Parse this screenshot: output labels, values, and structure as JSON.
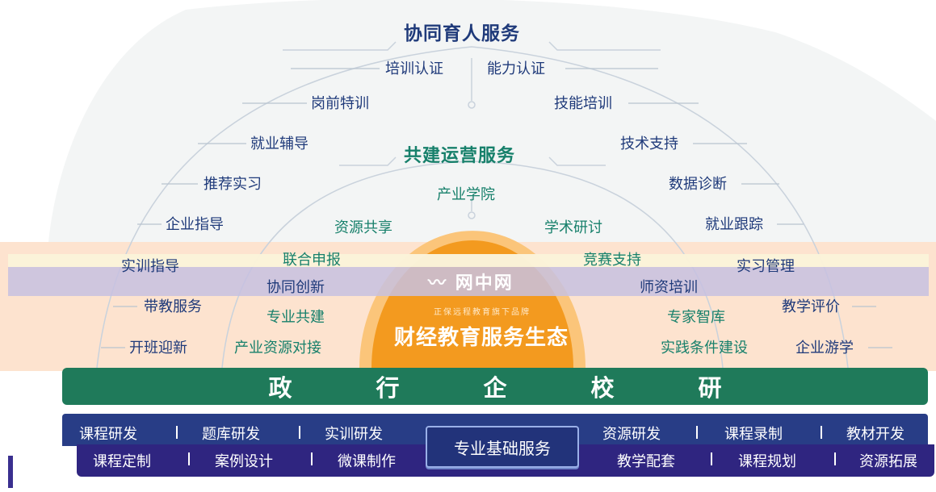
{
  "titles": {
    "outer": "协同育人服务",
    "inner": "共建运营服务"
  },
  "outer_left": [
    "培训认证",
    "岗前特训",
    "就业辅导",
    "推荐实习",
    "企业指导",
    "实训指导",
    "带教服务",
    "开班迎新"
  ],
  "outer_right": [
    "能力认证",
    "技能培训",
    "技术支持",
    "数据诊断",
    "就业跟踪",
    "实习管理",
    "教学评价",
    "企业游学"
  ],
  "inner_top": "产业学院",
  "inner_left": [
    "资源共享",
    "联合申报",
    "协同创新",
    "专业共建",
    "产业资源对接"
  ],
  "inner_right": [
    "学术研讨",
    "竞赛支持",
    "师资培训",
    "专家智库",
    "实践条件建设"
  ],
  "center": {
    "logo": "网中网",
    "slogan": "正保远程教育旗下品牌",
    "title": "财经教育服务生态"
  },
  "banner": [
    "政",
    "行",
    "企",
    "校",
    "研"
  ],
  "base_title": "专业基础服务",
  "row1": [
    "课程研发",
    "题库研发",
    "实训研发",
    "资源研发",
    "课程录制",
    "教材开发"
  ],
  "row2": [
    "课程定制",
    "案例设计",
    "微课制作",
    "教学配套",
    "课程规划",
    "资源拓展"
  ],
  "colors": {
    "navy": "#1f3a7a",
    "teal": "#17806b",
    "green_banner": "#1f7a5a",
    "orange": "#f39a1f",
    "peach": "#fde3cf"
  }
}
